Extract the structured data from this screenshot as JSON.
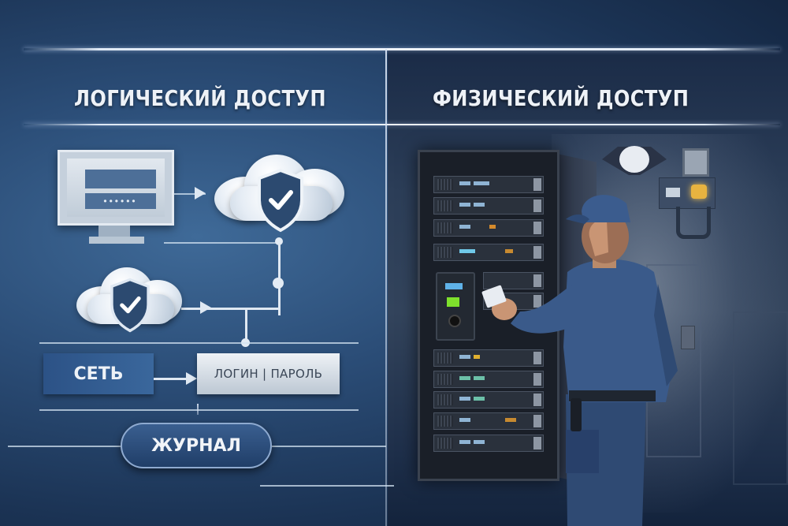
{
  "left_panel": {
    "title": "ЛОГИЧЕСКИЙ ДОСТУП",
    "monitor": {
      "password_mask": "••••••",
      "icon": "monitor-login-icon"
    },
    "cloud_top": {
      "icon": "cloud-shield-check-icon"
    },
    "cloud_mid": {
      "icon": "cloud-shield-check-icon"
    },
    "network_label": "СЕТЬ",
    "credentials_label": "ЛОГИН | ПАРОЛЬ",
    "journal_button": "ЖУРНАЛ"
  },
  "right_panel": {
    "title": "ФИЗИЧЕСКИЙ ДОСТУП",
    "elements": [
      "server-rack",
      "card-reader",
      "security-guard",
      "security-camera",
      "access-control-panel",
      "door"
    ]
  },
  "colors": {
    "left_bg": "#2b4d77",
    "right_bg": "#2c3e58",
    "accent_line": "#eef3fa",
    "card_reader_led": "#7ee02c",
    "panel_lamp": "#e7b340",
    "uniform": "#3a5a8a"
  }
}
